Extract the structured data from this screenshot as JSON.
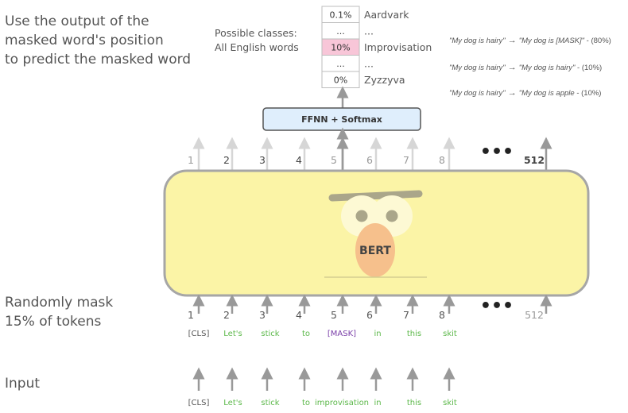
{
  "left_text": {
    "output_line1": "Use the output of the",
    "output_line2": "masked word's position",
    "output_line3": "to predict the masked word",
    "mask_line1": "Randomly mask",
    "mask_line2": "15% of tokens",
    "input": "Input"
  },
  "classes": {
    "label_line1": "Possible classes:",
    "label_line2": "All English words",
    "rows": [
      {
        "prob": "0.1%",
        "word": "Aardvark",
        "highlight": false
      },
      {
        "prob": "...",
        "word": "...",
        "highlight": false
      },
      {
        "prob": "10%",
        "word": "Improvisation",
        "highlight": true
      },
      {
        "prob": "...",
        "word": "...",
        "highlight": false
      },
      {
        "prob": "0%",
        "word": "Zyzzyva",
        "highlight": false
      }
    ]
  },
  "examples": [
    {
      "from": "\"My dog is hairy\"",
      "arrow": "→",
      "to": "\"My dog is [MASK]\"",
      "pct": "- (80%)"
    },
    {
      "from": "\"My dog is hairy\"",
      "arrow": "→",
      "to": "\"My dog is hairy\"",
      "pct": "- (10%)"
    },
    {
      "from": "\"My dog is hairy\"",
      "arrow": "→",
      "to": "\"My dog is apple",
      "pct": "- (10%)"
    }
  ],
  "ffnn_label": "FFNN + Softmax",
  "model_label": "BERT",
  "positions": [
    "1",
    "2",
    "3",
    "4",
    "5",
    "6",
    "7",
    "8",
    "512"
  ],
  "ellipsis": "•••",
  "masked_tokens": [
    {
      "text": "[CLS]",
      "kind": "cls"
    },
    {
      "text": "Let's",
      "kind": "word"
    },
    {
      "text": "stick",
      "kind": "word"
    },
    {
      "text": "to",
      "kind": "word"
    },
    {
      "text": "[MASK]",
      "kind": "mask"
    },
    {
      "text": "in",
      "kind": "word"
    },
    {
      "text": "this",
      "kind": "word"
    },
    {
      "text": "skit",
      "kind": "word"
    }
  ],
  "input_tokens": [
    {
      "text": "[CLS]",
      "kind": "cls"
    },
    {
      "text": "Let's",
      "kind": "word"
    },
    {
      "text": "stick",
      "kind": "word"
    },
    {
      "text": "to",
      "kind": "word"
    },
    {
      "text": "improvisation",
      "kind": "word"
    },
    {
      "text": "in",
      "kind": "word"
    },
    {
      "text": "this",
      "kind": "word"
    },
    {
      "text": "skit",
      "kind": "word"
    }
  ],
  "colors": {
    "word_token": "#5cb84a",
    "mask_token": "#7a3fa8",
    "cls_token": "#555555",
    "arrow": "#999999",
    "arrow_faded": "#d6d6d6",
    "model_fill": "#fbf4a6",
    "model_stroke": "#a6a6a6",
    "ffnn_fill": "#dfeefc",
    "highlight_cell": "#f8c6d8",
    "face_feature": "#aaa68a",
    "nose": "#f6c08c"
  }
}
